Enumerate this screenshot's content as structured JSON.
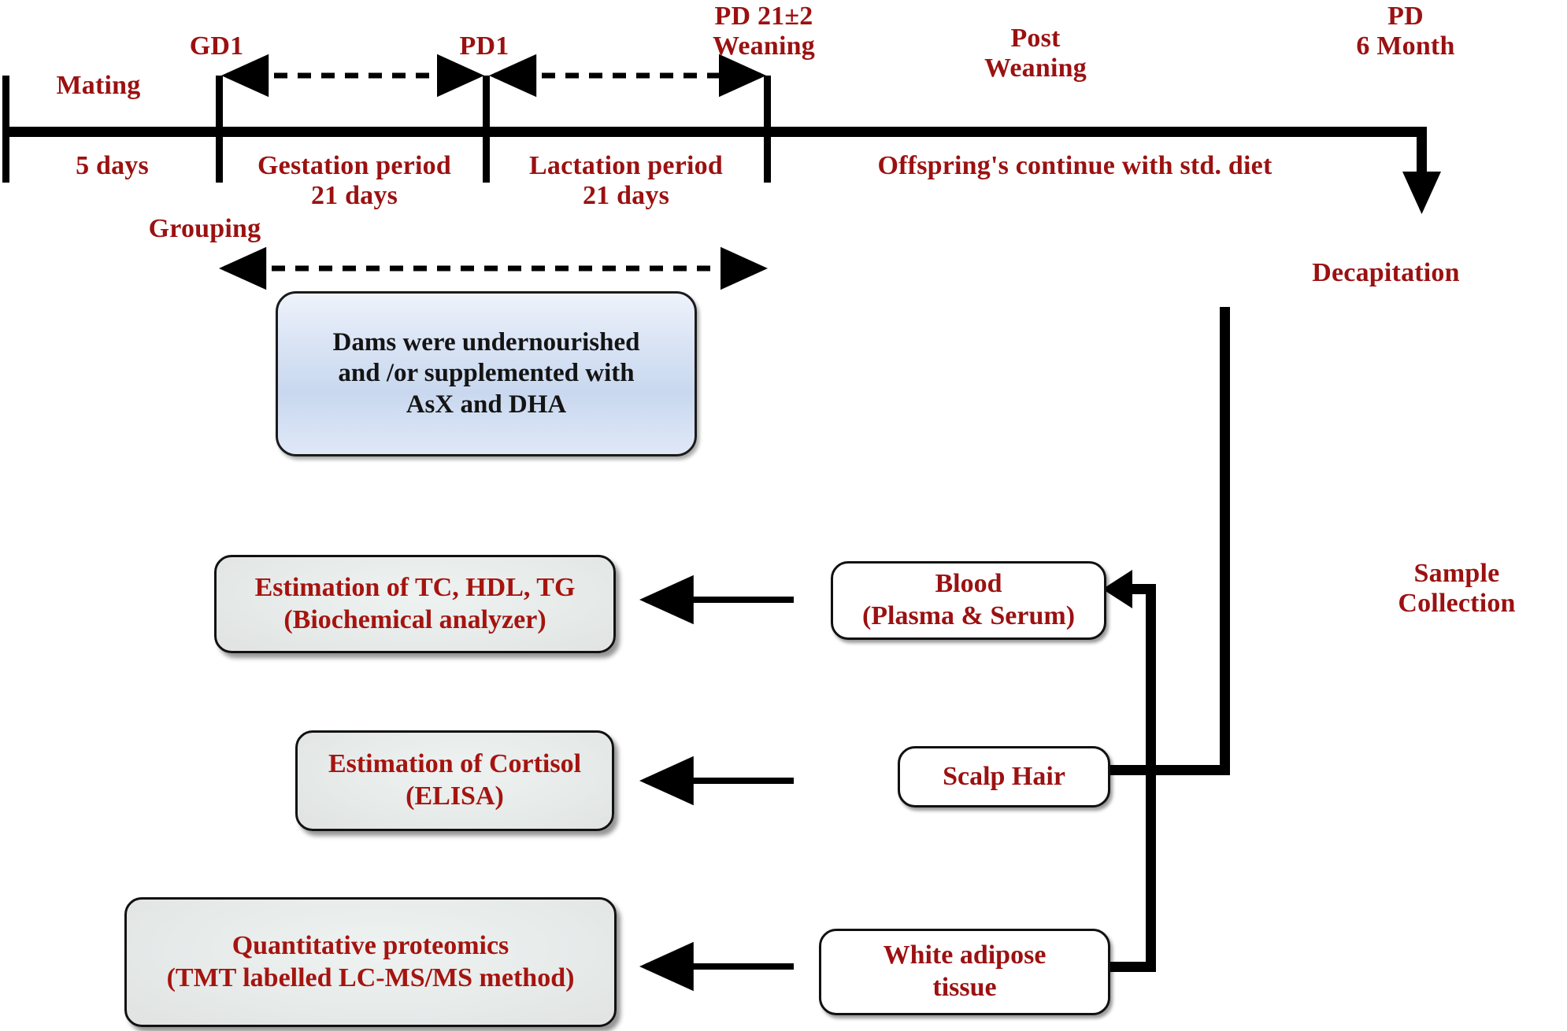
{
  "diagram": {
    "title": "Experimental design timeline and sample analysis workflow",
    "accent_red": "#9B1111",
    "box_red": "#A5140F",
    "line_black": "#000000",
    "blue_fill": "#d6e1f2",
    "gray_fill": "#e2e5e4"
  },
  "timeline": {
    "above_labels": [
      {
        "id": "mating",
        "text": "Mating"
      },
      {
        "id": "gd1",
        "text": "GD1"
      },
      {
        "id": "pd1",
        "text": "PD1"
      },
      {
        "id": "weaning",
        "text": "PD 21±2\nWeaning"
      },
      {
        "id": "postweaning",
        "text": "Post\nWeaning"
      },
      {
        "id": "pd6month",
        "text": "PD\n6 Month"
      }
    ],
    "below_labels": [
      {
        "id": "five-days",
        "text": "5 days"
      },
      {
        "id": "gestation",
        "text": "Gestation period\n21 days"
      },
      {
        "id": "lactation",
        "text": "Lactation period\n21 days"
      },
      {
        "id": "offspring",
        "text": "Offspring's continue with std. diet"
      }
    ],
    "spans": [
      {
        "id": "gestation-span",
        "label": "GD1 to PD1",
        "style": "dashed-double-arrow"
      },
      {
        "id": "lactation-span",
        "label": "PD1 to Weaning",
        "style": "dashed-double-arrow"
      },
      {
        "id": "grouping-span",
        "label": "Grouping",
        "style": "dashed-double-arrow"
      }
    ],
    "grouping_label": "Grouping"
  },
  "treatment_box": {
    "text": "Dams were undernourished\nand /or supplemented with\nAsX and DHA"
  },
  "decapitation": {
    "label": "Decapitation"
  },
  "sample_collection": {
    "label": "Sample\nCollection"
  },
  "samples": [
    {
      "id": "blood",
      "text": "Blood\n(Plasma & Serum)"
    },
    {
      "id": "scalp-hair",
      "text": "Scalp Hair"
    },
    {
      "id": "white-adipose-tissue",
      "text": "White adipose\ntissue"
    }
  ],
  "analyses": [
    {
      "id": "lipid-panel",
      "text": "Estimation of TC, HDL, TG\n(Biochemical analyzer)"
    },
    {
      "id": "cortisol",
      "text": "Estimation of Cortisol\n(ELISA)"
    },
    {
      "id": "proteomics",
      "text": "Quantitative proteomics\n(TMT labelled LC-MS/MS method)"
    }
  ]
}
